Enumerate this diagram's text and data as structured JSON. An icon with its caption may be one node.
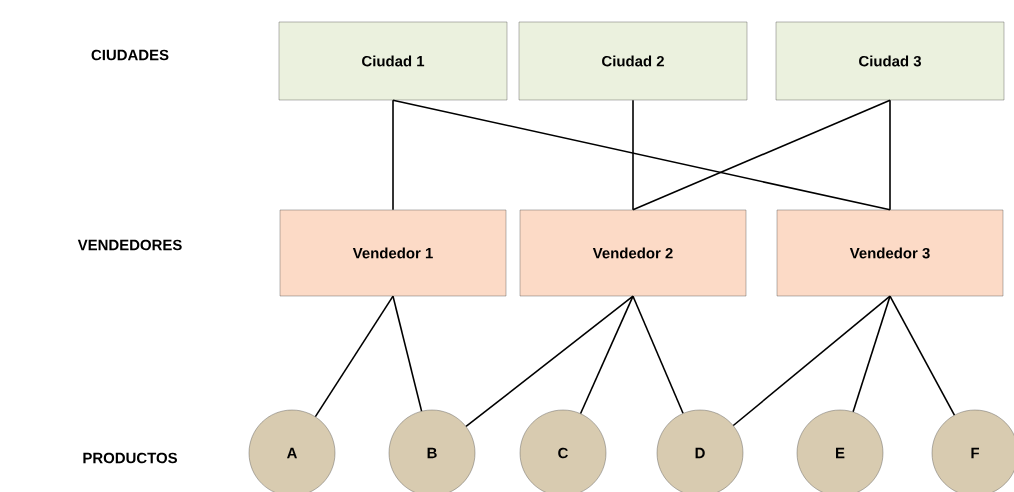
{
  "diagram": {
    "nodes": [
      {
        "text": [
          "Ciudad 1"
        ]
      },
      {
        "text": [
          "Ciudad 2"
        ]
      },
      {
        "text": [
          "Ciudad 3"
        ]
      },
      {
        "text": [
          "Vendedor 1"
        ]
      },
      {
        "text": [
          "Vendedor 2"
        ]
      },
      {
        "text": [
          "Vendedor 3"
        ]
      },
      {
        "text": [
          "A"
        ]
      },
      {
        "text": [
          "B"
        ]
      },
      {
        "text": [
          "C"
        ]
      },
      {
        "text": [
          "D"
        ]
      },
      {
        "text": [
          "E"
        ]
      },
      {
        "text": [
          "F"
        ]
      }
    ],
    "edges": [
      {
        "from": 0,
        "to": 3,
        "arrow": "none"
      },
      {
        "from": 0,
        "to": 5,
        "arrow": "none"
      },
      {
        "from": 1,
        "to": 4,
        "arrow": "none"
      },
      {
        "from": 2,
        "to": 5,
        "arrow": "none"
      },
      {
        "from": 2,
        "to": 4,
        "arrow": "none"
      },
      {
        "from": 3,
        "to": 6,
        "arrow": "none"
      },
      {
        "from": 3,
        "to": 7,
        "arrow": "none"
      },
      {
        "from": 4,
        "to": 7,
        "arrow": "none"
      },
      {
        "from": 4,
        "to": 8,
        "arrow": "none"
      },
      {
        "from": 4,
        "to": 9,
        "arrow": "none"
      },
      {
        "from": 5,
        "to": 9,
        "arrow": "none"
      },
      {
        "from": 5,
        "to": 10,
        "arrow": "none"
      },
      {
        "from": 5,
        "to": 11,
        "arrow": "none"
      }
    ],
    "labels": [
      "CIUDADES",
      "VENDEDORES",
      "PRODUCTOS"
    ]
  }
}
